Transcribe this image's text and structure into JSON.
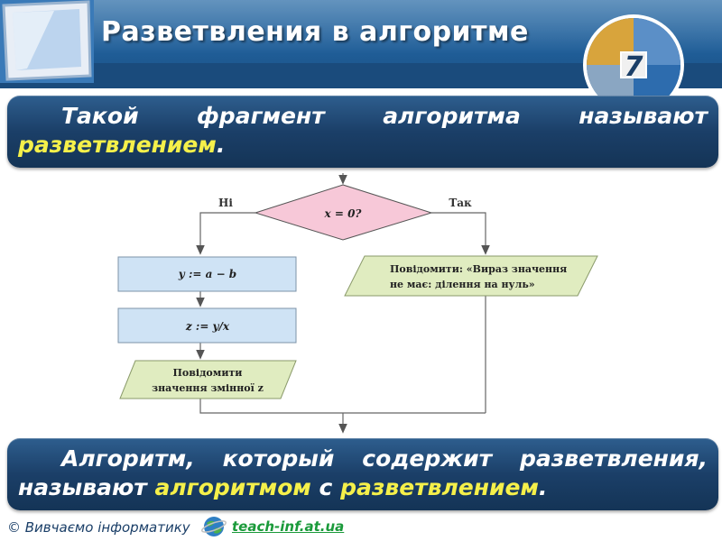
{
  "slide": {
    "title": "Разветвления в алгоритме",
    "grade_number": "7"
  },
  "definition_box": {
    "part1": "Такой фрагмент алгоритма называют ",
    "term": "разветвлением",
    "part2": "."
  },
  "summary_box": {
    "part1": "Алгоритм, который содержит разветвления, называют ",
    "term1": "алгоритмом",
    "part2": " с ",
    "term2": "разветвлением",
    "part3": "."
  },
  "flowchart": {
    "condition": "x = 0?",
    "label_no": "Ні",
    "label_yes": "Так",
    "assign_y": "y := a − b",
    "assign_z": "z := y/x",
    "output_left_line1": "Повідомити",
    "output_left_line2": "значення змінної z",
    "output_right_line1": "Повідомити: «Вираз значення",
    "output_right_line2": "не має: ділення на нуль»"
  },
  "footer": {
    "copyright": "© Вивчаємо інформатику",
    "site": "teach-inf.at.ua"
  },
  "colors": {
    "header_blue": "#1f5d97",
    "box_blue": "#1b3f68",
    "highlight_yellow": "#f5f04a",
    "diamond_pink": "#f7c8d8",
    "process_blue": "#cfe3f5",
    "io_green": "#e0ecc0",
    "link_green": "#1a9a3a"
  }
}
